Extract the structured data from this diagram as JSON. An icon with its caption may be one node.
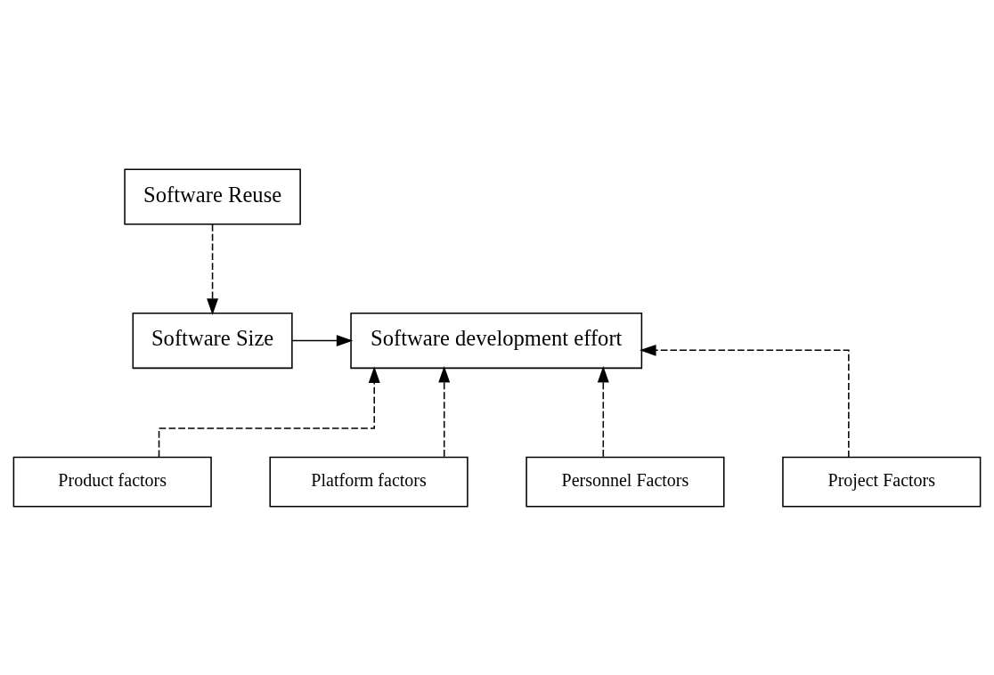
{
  "diagram": {
    "nodes": [
      {
        "text": [
          "Software Reuse"
        ]
      },
      {
        "text": [
          "Software Size"
        ]
      },
      {
        "text": [
          "Software development effort"
        ]
      },
      {
        "text": [
          "Product factors"
        ]
      },
      {
        "text": [
          "Platform factors"
        ]
      },
      {
        "text": [
          "Personnel Factors"
        ]
      },
      {
        "text": [
          "Project Factors"
        ]
      }
    ],
    "edges": [
      {
        "from": 0,
        "to": 1,
        "arrow": "to",
        "style": "dashed"
      },
      {
        "from": 1,
        "to": 2,
        "arrow": "to"
      },
      {
        "from": 3,
        "to": 2,
        "arrow": "to",
        "style": "dashed"
      },
      {
        "from": 4,
        "to": 2,
        "arrow": "to",
        "style": "dashed"
      },
      {
        "from": 5,
        "to": 2,
        "arrow": "to",
        "style": "dashed"
      },
      {
        "from": 6,
        "to": 2,
        "arrow": "to",
        "style": "dashed"
      }
    ]
  }
}
